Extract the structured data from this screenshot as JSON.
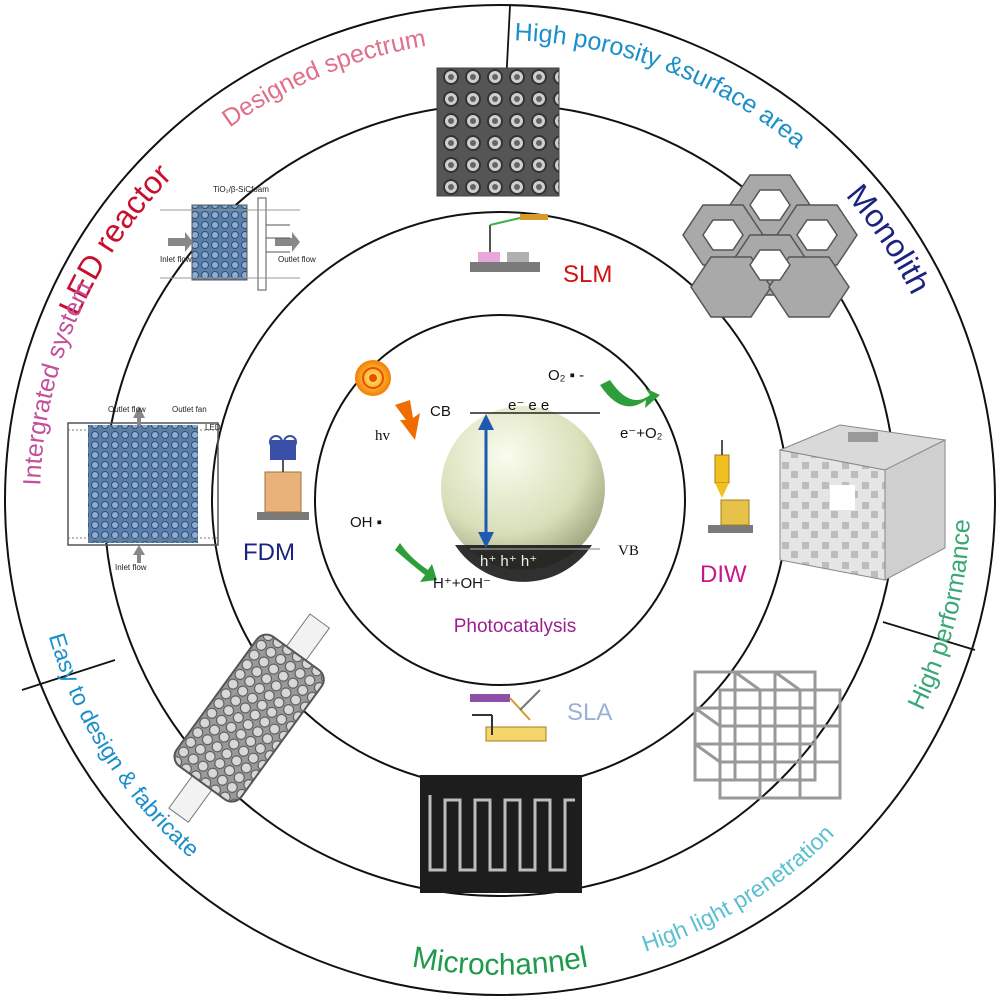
{
  "outer_ring": {
    "designed_spectrum": "Designed spectrum",
    "high_porosity": "High porosity &surface area",
    "led_reactor": "LED reactor",
    "monolith": "Monolith",
    "integrated_system": "Intergrated system",
    "high_performance": "High performance",
    "easy_design": "Easy to design & fabricate",
    "microchannel": "Microchannel",
    "high_light": "High light prenetration"
  },
  "methods": {
    "slm": "SLM",
    "fdm": "FDM",
    "diw": "DIW",
    "sla": "SLA"
  },
  "center": {
    "title": "Photocatalysis",
    "cb": "CB",
    "vb": "VB",
    "hv": "hv",
    "electrons": "e⁻  e  e",
    "holes": "h⁺  h⁺  h⁺",
    "o2_radical": "O₂ ▪ -",
    "e_o2": "e⁻+O₂",
    "oh_radical": "OH ▪",
    "h_oh": "H⁺+OH⁻"
  },
  "reactor_labels": {
    "tio2_foam": "TiO₂/β-SiCfoam",
    "inlet_flow_a": "Inlet flow",
    "outlet_flow_a": "Outlet flow",
    "outlet_flow_b": "Outlet flow",
    "outlet_fan": "Outlet fan",
    "led": "LED",
    "inlet_flow_b": "Inlet flow"
  },
  "colors": {
    "designed_spectrum": "#e0708a",
    "high_porosity": "#1a8fc9",
    "led_reactor": "#c8102e",
    "monolith": "#1a237e",
    "integrated_system": "#c2509a",
    "high_performance": "#3aa876",
    "easy_design": "#1a8fc9",
    "microchannel": "#1e9a4a",
    "high_light": "#5bc0d0",
    "slm": "#d01010",
    "fdm": "#1a237e",
    "diw": "#c8158c",
    "sla": "#9ab0d8",
    "photocatalysis": "#9c1f8f"
  }
}
